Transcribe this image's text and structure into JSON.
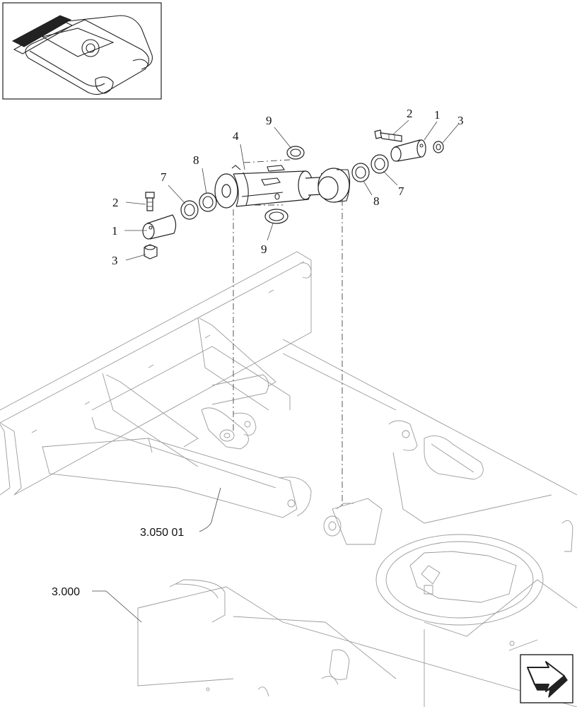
{
  "callouts": {
    "left_pin": "1",
    "left_bolt": "2",
    "left_nut": "3",
    "cylinder": "4",
    "left_washer_7": "7",
    "left_washer_8": "8",
    "top_washer_9": "9",
    "bottom_washer_9": "9",
    "right_pin": "1",
    "right_bolt": "2",
    "right_nut": "3",
    "right_washer_7": "7",
    "right_washer_8": "8"
  },
  "references": {
    "undercarriage_frame": "3.050 01",
    "main_frame": "3.000"
  },
  "icons": {
    "overview": "excavator-undercarriage-thumbnail",
    "next_page": "arrow-next-icon"
  }
}
